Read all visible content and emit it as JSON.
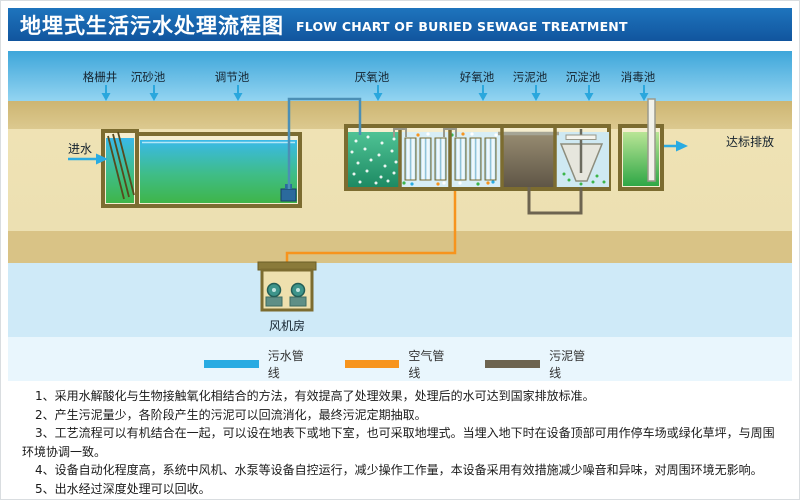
{
  "header": {
    "title_zh": "地埋式生活污水处理流程图",
    "title_en": "FLOW CHART OF BURIED SEWAGE TREATMENT"
  },
  "diagram": {
    "stages": [
      {
        "label": "格栅井"
      },
      {
        "label": "沉砂池"
      },
      {
        "label": "调节池"
      },
      {
        "label": "厌氧池"
      },
      {
        "label": "好氧池"
      },
      {
        "label": "污泥池"
      },
      {
        "label": "沉淀池"
      },
      {
        "label": "消毒池"
      }
    ],
    "inlet_label": "进水",
    "outlet_label": "达标排放",
    "fan_room_label": "风机房",
    "legend": [
      {
        "label": "污水管线",
        "color": "#29abe2"
      },
      {
        "label": "空气管线",
        "color": "#f7941d"
      },
      {
        "label": "污泥管线",
        "color": "#6d6450"
      }
    ],
    "colors": {
      "header_bg": "#1563ac",
      "tank_wall": "#7c6c30",
      "water_top": "#39b9e9",
      "water_bottom": "#3fb549"
    }
  },
  "notes": [
    "1、采用水解酸化与生物接触氧化相结合的方法，有效提高了处理效果，处理后的水可达到国家排放标准。",
    "2、产生污泥量少，各阶段产生的污泥可以回流消化，最终污泥定期抽取。",
    "3、工艺流程可以有机结合在一起，可以设在地表下或地下室，也可采取地埋式。当埋入地下时在设备顶部可用作停车场或绿化草坪，与周围环境协调一致。",
    "4、设备自动化程度高，系统中风机、水泵等设备自控运行，减少操作工作量，本设备采用有效措施减少噪音和异味，对周围环境无影响。",
    "5、出水经过深度处理可以回收。"
  ]
}
